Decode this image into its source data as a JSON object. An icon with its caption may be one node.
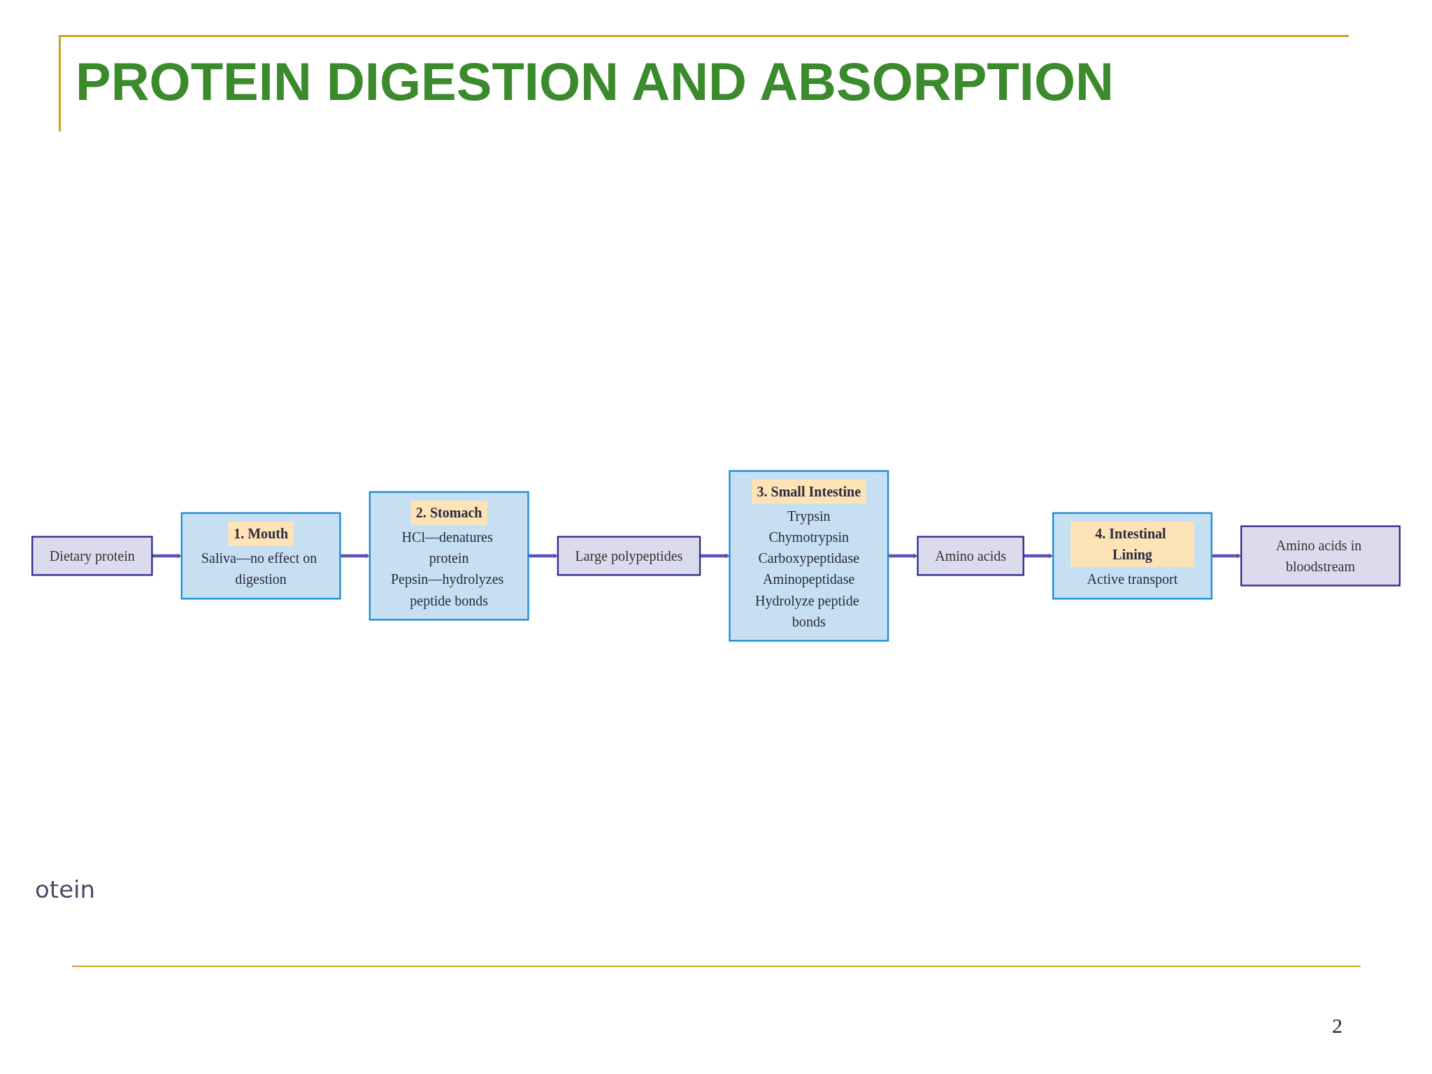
{
  "diagram": {
    "title": "PROTEIN DIGESTION AND ABSORPTION",
    "nodes": [
      {
        "text": [
          "Dietary protein"
        ]
      },
      {
        "text": [
          "1. Mouth",
          "Saliva—no effect on digestion"
        ]
      },
      {
        "text": [
          "2. Stomach",
          "HCl—denatures protein",
          "Pepsin—hydrolyzes peptide bonds"
        ]
      },
      {
        "text": [
          "Amino acids in bloodstream"
        ]
      },
      {
        "text": [
          "Amino acids"
        ]
      },
      {
        "text": [
          "Large polypeptides"
        ]
      },
      {
        "text": [
          "4. Intestinal Lining",
          "Active transport"
        ]
      },
      {
        "text": [
          "3. Small Intestine",
          "Trypsin",
          "Chymotrypsin",
          "Carboxypeptidase",
          "Aminopeptidase",
          "Hydrolyze peptide bonds"
        ]
      }
    ],
    "edges": [
      {
        "from": 0,
        "to": 1,
        "arrow": "to"
      },
      {
        "from": 1,
        "to": 2,
        "arrow": "to"
      },
      {
        "from": 2,
        "to": 5,
        "arrow": "to"
      },
      {
        "from": 5,
        "to": 7,
        "arrow": "to"
      },
      {
        "from": 7,
        "to": 4,
        "arrow": "to"
      },
      {
        "from": 4,
        "to": 6,
        "arrow": "to"
      },
      {
        "from": 6,
        "to": 3,
        "arrow": "to"
      }
    ],
    "labels": [
      "otein",
      "2"
    ]
  }
}
